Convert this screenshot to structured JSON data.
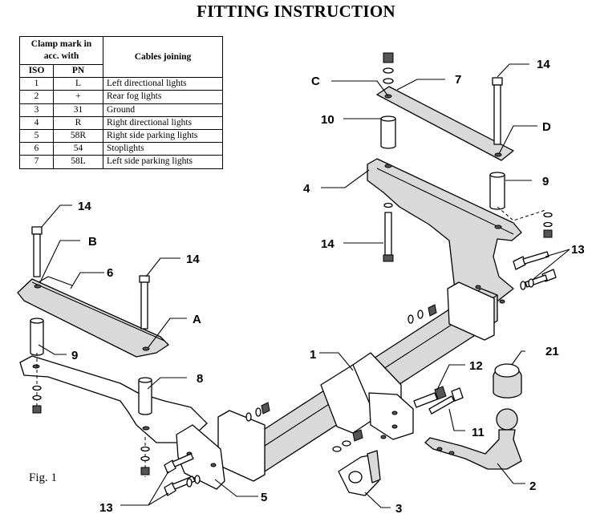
{
  "title": "FITTING INSTRUCTION",
  "table": {
    "header_clamp": "Clamp mark in acc. with",
    "header_iso": "ISO",
    "header_pn": "PN",
    "header_cables": "Cables joining",
    "rows": [
      {
        "iso": "1",
        "pn": "L",
        "cable": "Left directional lights"
      },
      {
        "iso": "2",
        "pn": "+",
        "cable": "Rear fog lights"
      },
      {
        "iso": "3",
        "pn": "31",
        "cable": "Ground"
      },
      {
        "iso": "4",
        "pn": "R",
        "cable": "Right directional lights"
      },
      {
        "iso": "5",
        "pn": "58R",
        "cable": "Right side parking lights"
      },
      {
        "iso": "6",
        "pn": "54",
        "cable": "Stoplights"
      },
      {
        "iso": "7",
        "pn": "58L",
        "cable": "Left side parking lights"
      }
    ]
  },
  "figure_label": "Fig. 1",
  "callouts": {
    "c1": "1",
    "c2": "2",
    "c3": "3",
    "c4": "4",
    "c5": "5",
    "c6": "6",
    "c7": "7",
    "c8": "8",
    "c9_left": "9",
    "c9_right": "9",
    "c10": "10",
    "c11": "11",
    "c12": "12",
    "c13_left": "13",
    "c13_right": "13",
    "c14_top_right": "14",
    "c14_left": "14",
    "c14_mid": "14",
    "c14_under": "14",
    "c21": "21",
    "cA": "A",
    "cB": "B",
    "cC": "C",
    "cD": "D"
  }
}
